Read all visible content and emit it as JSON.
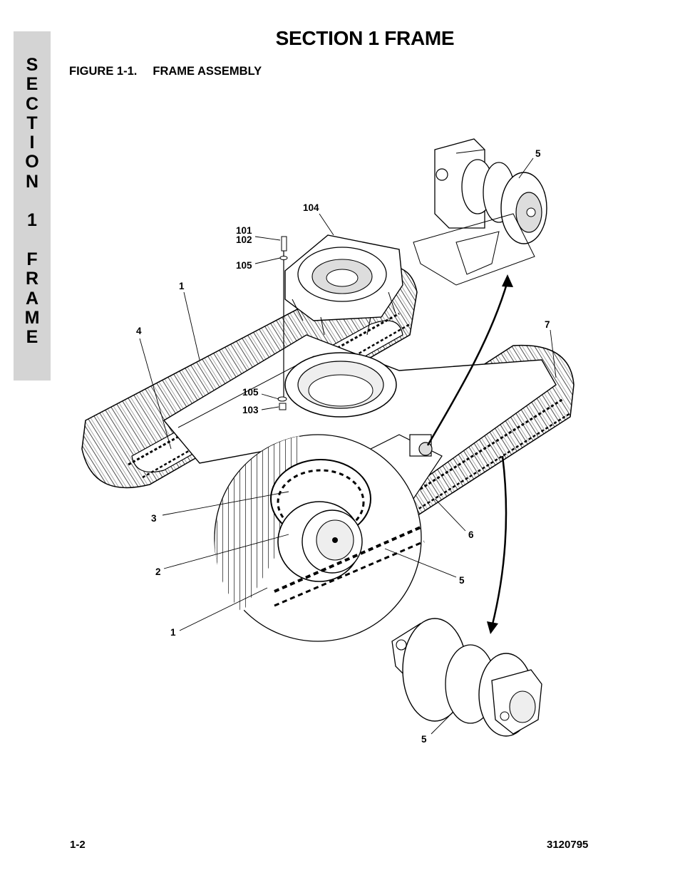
{
  "side_tab": {
    "letters": [
      "S",
      "E",
      "C",
      "T",
      "I",
      "O",
      "N",
      "",
      "1",
      "",
      "F",
      "R",
      "A",
      "M",
      "E"
    ]
  },
  "header": {
    "section_title": "SECTION 1  FRAME",
    "figure_label": "FIGURE 1-1.",
    "figure_title": "FRAME ASSEMBLY"
  },
  "callouts": {
    "c5_top": "5",
    "c104": "104",
    "c101": "101",
    "c102": "102",
    "c105_top": "105",
    "c1_top": "1",
    "c4": "4",
    "c7": "7",
    "c105_mid": "105",
    "c103": "103",
    "c3": "3",
    "c6": "6",
    "c2": "2",
    "c5_mid": "5",
    "c1_bottom": "1",
    "c5_bottom": "5"
  },
  "footer": {
    "page_number": "1-2",
    "doc_number": "3120795"
  }
}
